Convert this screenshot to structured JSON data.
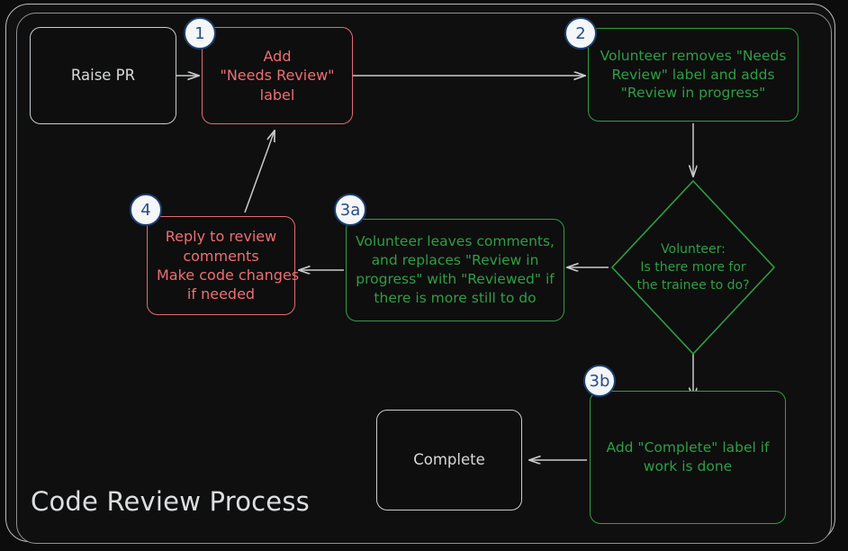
{
  "title": "Code Review Process",
  "theme": {
    "page_background": "#0a0a0a",
    "canvas_background": "#0f0f0f",
    "frame_stroke": "#b9bbbd",
    "neutral": "#c9cbcd",
    "red": "#e06c75",
    "green": "#2f9e44",
    "edge_stroke": "#c9cbcd",
    "badge_fill": "#f4f6f8",
    "badge_stroke": "#1c3f73",
    "badge_text": "#2a4d82"
  },
  "nodes": {
    "raise_pr": {
      "label": "Raise PR",
      "lines": [
        "Raise PR"
      ],
      "shape": "rounded-rect",
      "style": "neutral"
    },
    "add_needs_review": {
      "label": "Add \"Needs Review\" label",
      "lines": [
        "Add",
        "\"Needs Review\"",
        "label"
      ],
      "shape": "rounded-rect",
      "style": "red",
      "badge": "1"
    },
    "volunteer_removes": {
      "label": "Volunteer removes \"Needs Review\" label and adds \"Review in progress\"",
      "lines": [
        "Volunteer removes \"Needs",
        "Review\" label and adds",
        "\"Review in progress\""
      ],
      "shape": "rounded-rect",
      "style": "green",
      "badge": "2"
    },
    "decision": {
      "label": "Volunteer: Is there more for the trainee to do?",
      "lines": [
        "Volunteer:",
        "Is there more for",
        "the trainee to do?"
      ],
      "shape": "diamond",
      "style": "green"
    },
    "volunteer_leaves_comments": {
      "label": "Volunteer leaves comments, and replaces \"Review in progress\" with \"Reviewed\" if there is more still to do",
      "lines": [
        "Volunteer leaves comments,",
        "and replaces \"Review in",
        "progress\" with \"Reviewed\" if",
        "there is more still to do"
      ],
      "shape": "rounded-rect",
      "style": "green",
      "badge": "3a"
    },
    "reply_to_review": {
      "label": "Reply to review comments Make code changes if needed",
      "lines": [
        "Reply to review",
        "comments",
        "Make code changes",
        "if needed"
      ],
      "shape": "rounded-rect",
      "style": "red",
      "badge": "4"
    },
    "add_complete_label": {
      "label": "Add \"Complete\" label if work is done",
      "lines": [
        "Add \"Complete\" label if",
        "work is done"
      ],
      "shape": "rounded-rect",
      "style": "green",
      "badge": "3b"
    },
    "complete": {
      "label": "Complete",
      "lines": [
        "Complete"
      ],
      "shape": "rounded-rect",
      "style": "neutral"
    }
  },
  "badges": [
    {
      "id": "badge-1",
      "text": "1",
      "for": "add_needs_review"
    },
    {
      "id": "badge-2",
      "text": "2",
      "for": "volunteer_removes"
    },
    {
      "id": "badge-3a",
      "text": "3a",
      "for": "volunteer_leaves_comments"
    },
    {
      "id": "badge-3b",
      "text": "3b",
      "for": "add_complete_label"
    },
    {
      "id": "badge-4",
      "text": "4",
      "for": "reply_to_review"
    }
  ],
  "edges": [
    {
      "from": "raise_pr",
      "to": "add_needs_review",
      "label": ""
    },
    {
      "from": "add_needs_review",
      "to": "volunteer_removes",
      "label": ""
    },
    {
      "from": "volunteer_removes",
      "to": "decision",
      "label": ""
    },
    {
      "from": "decision",
      "to": "volunteer_leaves_comments",
      "label": ""
    },
    {
      "from": "volunteer_leaves_comments",
      "to": "reply_to_review",
      "label": ""
    },
    {
      "from": "reply_to_review",
      "to": "add_needs_review",
      "label": ""
    },
    {
      "from": "decision",
      "to": "add_complete_label",
      "label": ""
    },
    {
      "from": "add_complete_label",
      "to": "complete",
      "label": ""
    }
  ]
}
